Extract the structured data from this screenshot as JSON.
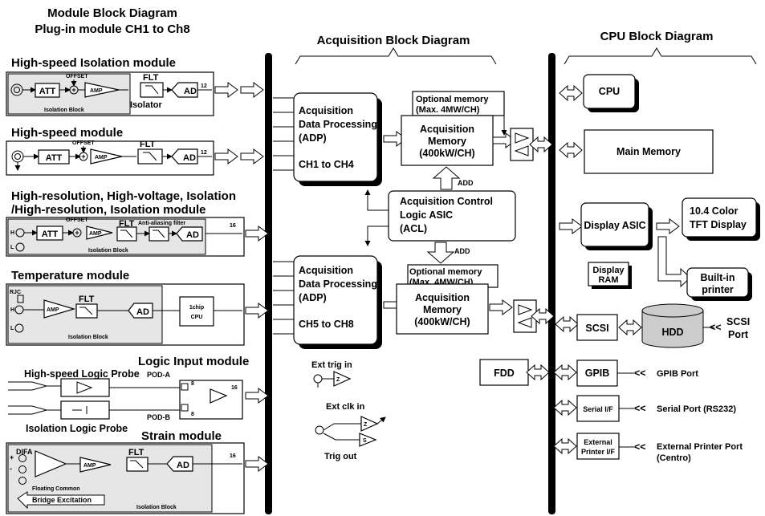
{
  "sections": {
    "module_title_1": "Module Block Diagram",
    "module_title_2": "Plug-in module CH1 to Ch8",
    "acquisition_title": "Acquisition Block Diagram",
    "cpu_title": "CPU Block Diagram"
  },
  "modules": {
    "hs_isolation": {
      "title": "High-speed Isolation module"
    },
    "high_speed": {
      "title": "High-speed module"
    },
    "high_res": {
      "title_1": "High-resolution, High-voltage, Isolation",
      "title_2": "/High-resolution, Isolation module"
    },
    "temperature": {
      "title": "Temperature module"
    },
    "logic": {
      "title": "Logic Input module",
      "probe_hs": "High-speed Logic Probe",
      "probe_iso": "Isolation Logic Probe",
      "pod_a": "POD-A",
      "pod_b": "POD-B"
    },
    "strain": {
      "title": "Strain module"
    }
  },
  "labels": {
    "att": "ATT",
    "offset": "OFFSET",
    "amp": "AMP",
    "flt": "FLT",
    "ad": "AD",
    "bits12": "12",
    "bits16": "16",
    "bits8": "8",
    "isolation_block": "Isolation Block",
    "isolator": "Isolator",
    "anti_aliasing": "Anti-aliasing filter",
    "h": "H",
    "l": "L",
    "rjc": "RJC",
    "one_chip": "1chip",
    "cpu_small": "CPU",
    "difa": "DIFA",
    "plus": "+",
    "minus": "-",
    "floating_common": "Floating Common",
    "bridge_excitation": "Bridge Excitation"
  },
  "acquisition": {
    "adp1": {
      "line1": "Acquisition",
      "line2": "Data Processing",
      "line3": "(ADP)",
      "channels": "CH1 to CH4"
    },
    "adp2": {
      "line1": "Acquisition",
      "line2": "Data Processing",
      "line3": "(ADP)",
      "channels": "CH5 to CH8"
    },
    "opt_mem1": {
      "line1": "Optional memory",
      "line2": "(Max. 4MW/CH)"
    },
    "opt_mem2": {
      "line1": "Optional memory",
      "line2": "(Max. 4MW/CH)"
    },
    "mem1": {
      "line1": "Acquisition",
      "line2": "Memory",
      "line3": "(400kW/CH)"
    },
    "mem2": {
      "line1": "Acquisition",
      "line2": "Memory",
      "line3": "(400kW/CH)"
    },
    "add": "ADD",
    "acl": {
      "line1": "Acquisition Control",
      "line2": "Logic ASIC",
      "line3": "(ACL)"
    },
    "ext_trig_in": "Ext trig in",
    "ext_clk_in": "Ext clk in",
    "trig_out": "Trig out"
  },
  "cpu": {
    "cpu": "CPU",
    "main_memory": "Main Memory",
    "display_asic": "Display ASIC",
    "tft_line1": "10.4 Color",
    "tft_line2": "TFT Display",
    "display_ram_1": "Display",
    "display_ram_2": "RAM",
    "printer_1": "Built-in",
    "printer_2": "printer",
    "scsi": "SCSI",
    "hdd": "HDD",
    "scsi_port_1": "SCSI",
    "scsi_port_2": "Port",
    "fdd": "FDD",
    "gpib": "GPIB",
    "gpib_port": "GPIB Port",
    "serial_if": "Serial I/F",
    "serial_port": "Serial Port (RS232)",
    "ext_printer_if_1": "External",
    "ext_printer_if_2": "Printer I/F",
    "ext_printer_port_1": "External Printer Port",
    "ext_printer_port_2": "(Centro)",
    "connector": "<<"
  }
}
